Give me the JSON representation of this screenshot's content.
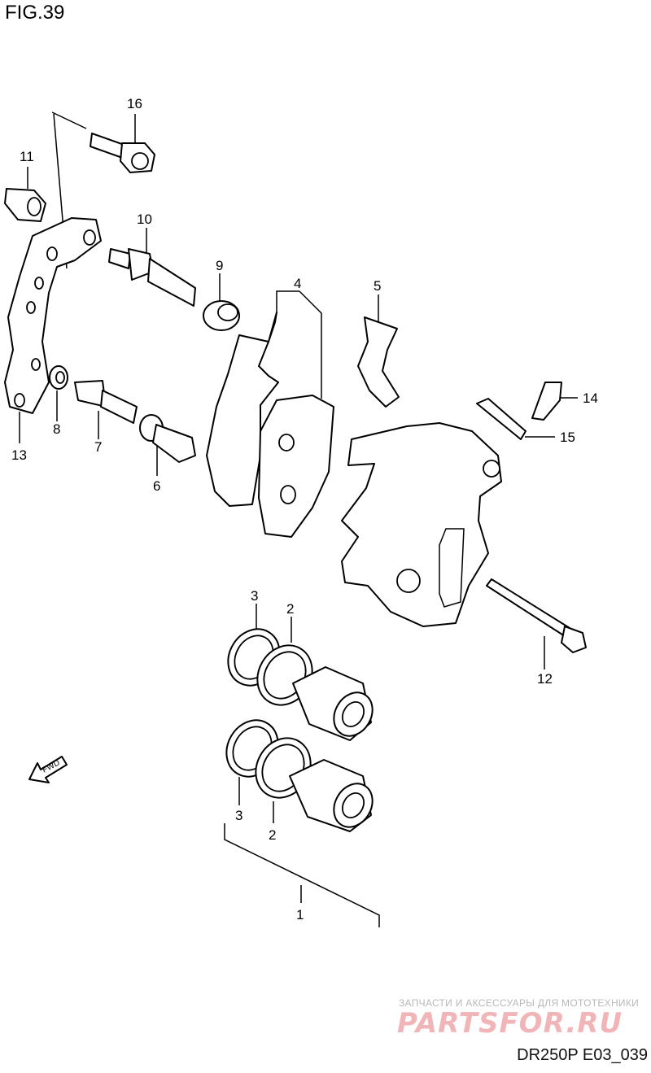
{
  "figure": {
    "title": "FIG.39",
    "code": "DR250P E03_039"
  },
  "watermark": {
    "subtitle": "ЗАПЧАСТИ И АКСЕССУАРЫ ДЛЯ МОТОТЕХНИКИ",
    "logo": "PARTSFOR.RU"
  },
  "direction_marker": {
    "label": "FWD"
  },
  "parts": [
    {
      "id": "p16",
      "number": "16"
    },
    {
      "id": "p11",
      "number": "11"
    },
    {
      "id": "p10",
      "number": "10"
    },
    {
      "id": "p9",
      "number": "9"
    },
    {
      "id": "p4",
      "number": "4"
    },
    {
      "id": "p5",
      "number": "5"
    },
    {
      "id": "p14",
      "number": "14"
    },
    {
      "id": "p15",
      "number": "15"
    },
    {
      "id": "p8",
      "number": "8"
    },
    {
      "id": "p7",
      "number": "7"
    },
    {
      "id": "p6",
      "number": "6"
    },
    {
      "id": "p13",
      "number": "13"
    },
    {
      "id": "p12",
      "number": "12"
    },
    {
      "id": "p3a",
      "number": "3"
    },
    {
      "id": "p2a",
      "number": "2"
    },
    {
      "id": "p3b",
      "number": "3"
    },
    {
      "id": "p2b",
      "number": "2"
    },
    {
      "id": "p1",
      "number": "1"
    }
  ],
  "colors": {
    "line": "#000000",
    "background": "#ffffff",
    "watermark_logo": "#f1b5b8"
  }
}
